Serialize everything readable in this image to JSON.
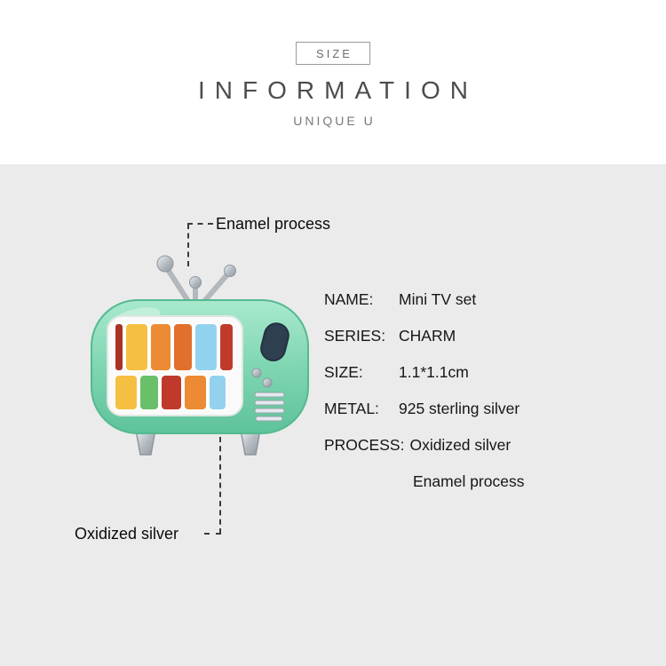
{
  "header": {
    "size_badge": "SIZE",
    "title": "INFORMATION",
    "subtitle": "UNIQUE U"
  },
  "annotations": {
    "top": "Enamel process",
    "bottom": "Oxidized silver"
  },
  "specs": {
    "rows": [
      {
        "label": "NAME:",
        "value": "Mini TV set"
      },
      {
        "label": "SERIES:",
        "value": "CHARM"
      },
      {
        "label": "SIZE:",
        "value": "1.1*1.1cm"
      },
      {
        "label": "METAL:",
        "value": "925 sterling silver"
      },
      {
        "label": "PROCESS:",
        "value": "Oxidized silver"
      }
    ],
    "process_line2": "Enamel process"
  },
  "colors": {
    "panel_bg": "#ebebeb",
    "tv_body_green": "#7fd6b2",
    "annotation_line": "#3a3a3a",
    "stripe_yellow": "#f5c042",
    "stripe_orange": "#ec8b33",
    "stripe_red": "#bf3a2b",
    "stripe_blue": "#93d2ee",
    "stripe_green": "#6abf69",
    "silver": "#b5bcc2"
  }
}
